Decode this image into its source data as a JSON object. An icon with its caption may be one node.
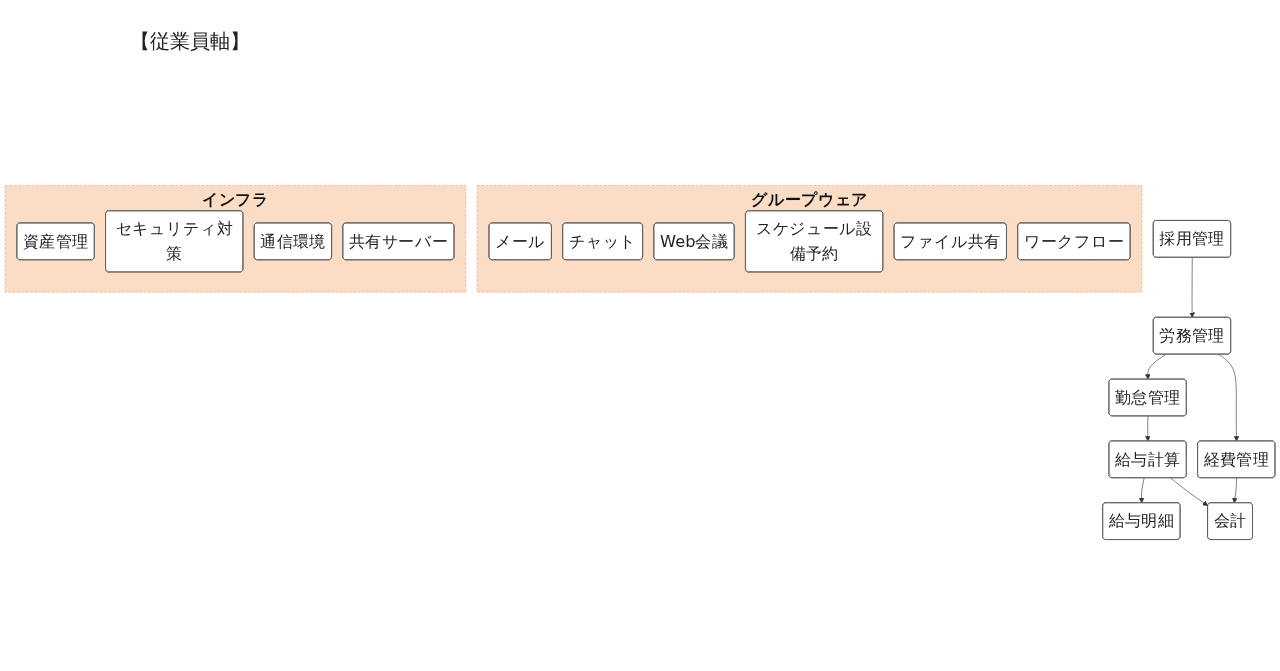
{
  "diagram": {
    "title": "【従業員軸】",
    "nodes": [
      {
        "text": [
          "採用管理"
        ]
      },
      {
        "text": [
          "労務管理"
        ]
      },
      {
        "text": [
          "勤怠管理"
        ]
      },
      {
        "text": [
          "給与明細"
        ]
      },
      {
        "text": [
          "給与計算"
        ]
      },
      {
        "text": [
          "経費管理"
        ]
      },
      {
        "text": [
          "会計"
        ]
      },
      {
        "text": [
          "グループウェア"
        ]
      },
      {
        "text": [
          "メール"
        ],
        "in": 7
      },
      {
        "text": [
          "チャット"
        ],
        "in": 7
      },
      {
        "text": [
          "Web会議"
        ],
        "in": 7
      },
      {
        "text": [
          "スケジュール設備予約"
        ],
        "in": 7
      },
      {
        "text": [
          "ファイル共有"
        ],
        "in": 7
      },
      {
        "text": [
          "ワークフロー"
        ],
        "in": 7
      },
      {
        "text": [
          "インフラ"
        ]
      },
      {
        "text": [
          "資産管理"
        ],
        "in": 14
      },
      {
        "text": [
          "セキュリティ対策"
        ],
        "in": 14
      },
      {
        "text": [
          "通信環境"
        ],
        "in": 14
      },
      {
        "text": [
          "共有サーバー"
        ],
        "in": 14
      }
    ],
    "edges": [
      {
        "from": 0,
        "to": 1,
        "arrow": "to"
      },
      {
        "from": 1,
        "to": 2,
        "arrow": "to"
      },
      {
        "from": 1,
        "to": 5,
        "arrow": "to"
      },
      {
        "from": 2,
        "to": 4,
        "arrow": "to"
      },
      {
        "from": 4,
        "to": 3,
        "arrow": "to"
      },
      {
        "from": 4,
        "to": 6,
        "arrow": "to"
      },
      {
        "from": 5,
        "to": 6,
        "arrow": "to"
      }
    ]
  }
}
